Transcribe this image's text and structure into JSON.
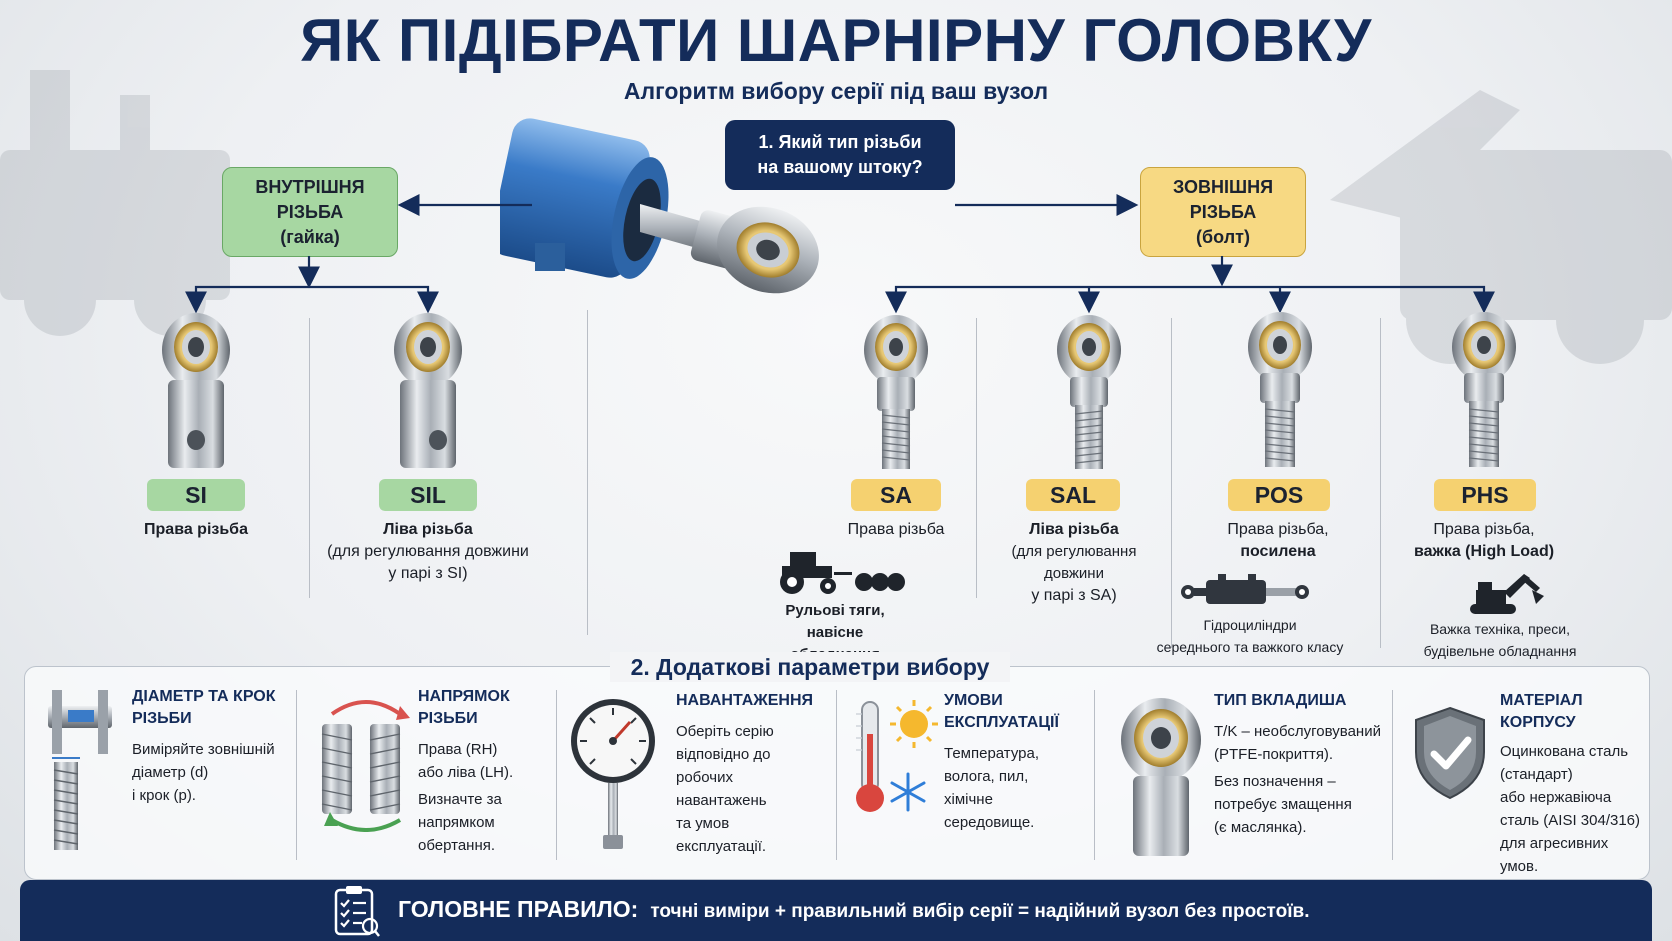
{
  "title": "ЯК ПІДІБРАТИ ШАРНІРНУ ГОЛОВКУ",
  "subtitle": "Алгоритм вибору серії під ваш вузол",
  "question": {
    "line1": "1. Який тип різьби",
    "line2": "на вашому штоку?"
  },
  "internal": {
    "line1": "ВНУТРІШНЯ",
    "line2": "РІЗЬБА",
    "line3": "(гайка)"
  },
  "external": {
    "line1": "ЗОВНІШНЯ",
    "line2": "РІЗЬБА",
    "line3": "(болт)"
  },
  "series": {
    "si": {
      "code": "SI",
      "desc": "Права різьба"
    },
    "sil": {
      "code": "SIL",
      "desc": "Ліва різьба",
      "note1": "(для регулювання довжини",
      "note2": "у парі з SI)"
    },
    "sa": {
      "code": "SA",
      "desc": "Права різьба",
      "app1": "Рульові тяги,",
      "app2": "навісне обладнання"
    },
    "sal": {
      "code": "SAL",
      "desc": "Ліва різьба",
      "note1": "(для регулювання довжини",
      "note2": "у парі з SA)"
    },
    "pos": {
      "code": "POS",
      "desc": "Права різьба,",
      "desc2": "посилена",
      "app1": "Гідроциліндри",
      "app2": "середнього та важкого класу"
    },
    "phs": {
      "code": "PHS",
      "desc": "Права різьба,",
      "desc2": "важка (High Load)",
      "app1": "Важка техніка, преси,",
      "app2": "будівельне обладнання"
    }
  },
  "section2": "2. Додаткові параметри вибору",
  "params": {
    "diameter": {
      "t1": "ДІАМЕТР ТА КРОК",
      "t2": "РІЗЬБИ",
      "l1": "Виміряйте зовнішній",
      "l2": "діаметр (d)",
      "l3": "і крок (p)."
    },
    "direction": {
      "t1": "НАПРЯМОК",
      "t2": "РІЗЬБИ",
      "l1": "Права (RH)",
      "l2": "або ліва (LH).",
      "l3": "Визначте за",
      "l4": "напрямком",
      "l5": "обертання."
    },
    "load": {
      "t1": "НАВАНТАЖЕННЯ",
      "l1": "Оберіть серію",
      "l2": "відповідно до",
      "l3": "робочих",
      "l4": "навантажень",
      "l5": "та умов",
      "l6": "експлуатації."
    },
    "conditions": {
      "t1": "УМОВИ",
      "t2": "ЕКСПЛУАТАЦІЇ",
      "l1": "Температура,",
      "l2": "волога, пил,",
      "l3": "хімічне",
      "l4": "середовище."
    },
    "insert": {
      "t1": "ТИП ВКЛАДИША",
      "l1": "T/K – необслуговуваний",
      "l2": "(PTFE-покриття).",
      "l3": "Без позначення –",
      "l4": "потребує змащення",
      "l5": "(є маслянка)."
    },
    "material": {
      "t1": "МАТЕРІАЛ",
      "t2": "КОРПУСУ",
      "l1": "Оцинкована сталь",
      "l2": "(стандарт)",
      "l3": "або нержавіюча",
      "l4": "сталь (AISI 304/316)",
      "l5": "для агресивних",
      "l6": "умов."
    }
  },
  "footer": {
    "label": "ГОЛОВНЕ ПРАВИЛО:",
    "text": "точні виміри + правильний вибір серії = надійний вузол без простоїв."
  },
  "colors": {
    "navy": "#142c5a",
    "green": "#a7d7a2",
    "yellow": "#f5d170",
    "brass": "#c9a24a",
    "cylinder_blue": "#3a7bc8"
  }
}
